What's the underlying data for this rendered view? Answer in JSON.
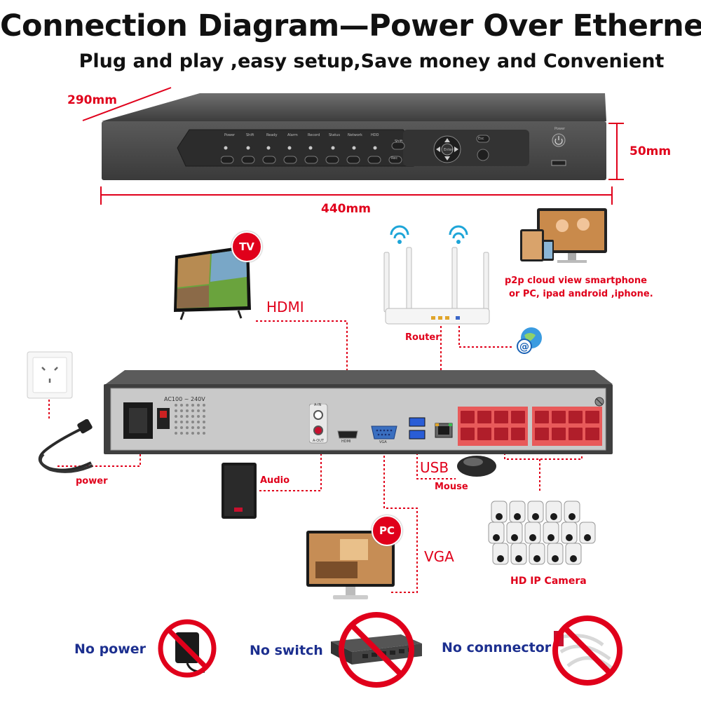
{
  "header": {
    "title": "Connection Diagram—Power Over Ethernet",
    "subtitle": "Plug and play ,easy setup,Save money and Convenient"
  },
  "dimensions": {
    "depth": "290mm",
    "height": "50mm",
    "width": "440mm"
  },
  "connections": {
    "tv_badge": "TV",
    "hdmi": "HDMI",
    "router": "Router",
    "p2p_line1": "p2p cloud  view smartphone",
    "p2p_line2": "or PC, ipad android ,iphone.",
    "power": "power",
    "audio": "Audio",
    "usb": "USB",
    "mouse": "Mouse",
    "pc_badge": "PC",
    "vga": "VGA",
    "camera": "HD IP Camera"
  },
  "panel_labels": {
    "ac": "AC100 ~ 240V",
    "ain": "A-IN",
    "aout": "A-OUT",
    "hdmi_port": "HDMI",
    "vga_port": "VGA"
  },
  "front_labels": {
    "power": "Power",
    "shift": "Shift",
    "ready": "Ready",
    "alarm": "Alarm",
    "record": "Record",
    "status": "Status",
    "network": "Network",
    "hdd": "HDD",
    "shift_btn": "Shift",
    "enter": "Enter",
    "rec": "Rec",
    "esc": "Esc",
    "power_btn": "Power"
  },
  "not_needed": {
    "no_power": "No power",
    "no_switch": "No switch",
    "no_connector": "No connnector"
  },
  "colors": {
    "accent_red": "#e0001b",
    "label_blue": "#1c2f8f",
    "nvr_gray": "#4a4a4a",
    "poe_port_red": "#e84a4a",
    "connector_red": "#c8102e"
  }
}
